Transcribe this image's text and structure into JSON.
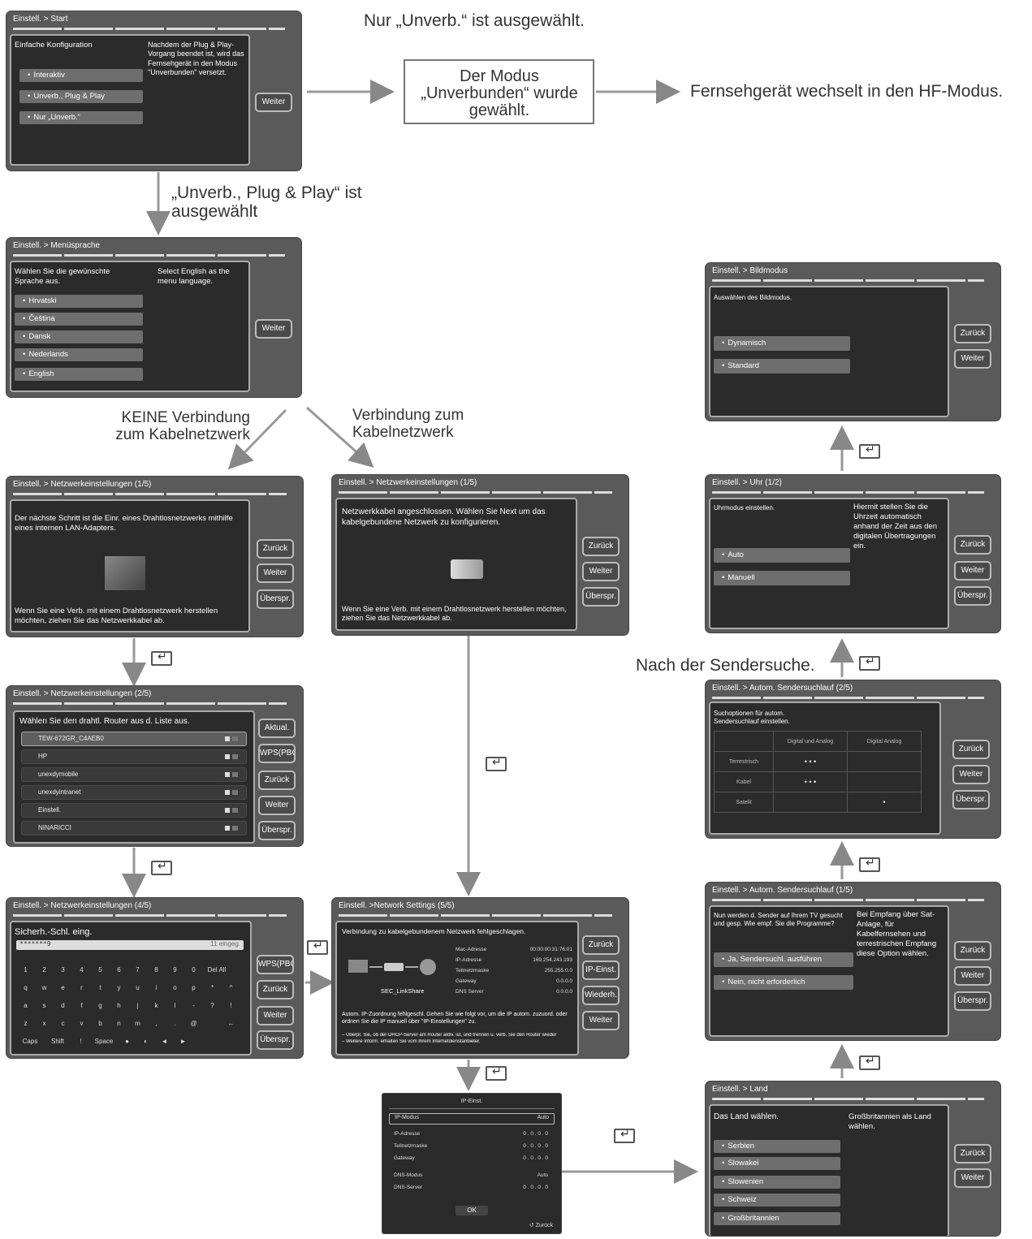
{
  "annotations": {
    "nur_unverb": "Nur „Unverb.“ ist ausgewählt.",
    "mode_box": "Der Modus „Unverbunden“ wurde gewählt.",
    "hf_mode": "Fernsehgerät wechselt in den HF-Modus.",
    "plug_play": "„Unverb., Plug & Play“ ist ausgewählt",
    "no_cable": "KEINE Verbindung zum Kabelnetzwerk",
    "cable": "Verbindung zum Kabelnetzwerk",
    "after_scan": "Nach der Sendersuche."
  },
  "screens": {
    "start": {
      "title": "Einstell. > Start",
      "heading": "Einfache Konfiguration",
      "desc": "Nachdem der Plug & Play-Vorgang beendet ist, wird das Fernsehgerät in den Modus \"Unverbunden\" versetzt.",
      "options": [
        "Interaktiv",
        "Unverb., Plug & Play",
        "Nur „Unverb.“"
      ],
      "buttons": [
        "Weiter"
      ]
    },
    "language": {
      "title": "Einstell. > Menüsprache",
      "heading": "Wählen Sie die gewünschte Sprache aus.",
      "desc": "Select English as the menu language.",
      "options": [
        "Hrvatski",
        "Čeština",
        "Dansk",
        "Nederlands",
        "English"
      ],
      "buttons": [
        "Weiter"
      ]
    },
    "net1_wireless": {
      "title": "Einstell. > Netzwerkeinstellungen (1/5)",
      "text": "Der nächste Schritt ist die Einr. eines Drahtlosnetzwerks mithilfe eines internen LAN-Adapters.",
      "footer": "Wenn Sie eine Verb. mit einem Drahtlosnetzwerk herstellen möchten, ziehen Sie das Netzwerkkabel ab.",
      "buttons": [
        "Zurück",
        "Weiter",
        "Überspr."
      ]
    },
    "net1_cable": {
      "title": "Einstell. > Netzwerkeinstellungen (1/5)",
      "text": "Netzwerkkabel angeschlossen. Wählen Sie Next um das kabelgebundene Netzwerk zu konfigurieren.",
      "footer": "Wenn Sie eine Verb. mit einem Drahtlosnetzwerk herstellen möchten, ziehen Sie das Netzwerkkabel ab.",
      "buttons": [
        "Zurück",
        "Weiter",
        "Überspr."
      ]
    },
    "net2": {
      "title": "Einstell. > Netzwerkeinstellungen (2/5)",
      "heading": "Wählen Sie den drahtl. Router aus d. Liste aus.",
      "routers": [
        "TEW-672GR_C4AEB0",
        "HP",
        "unexdymobile",
        "unexdyintranet",
        "Einstell.",
        "NINARICCI"
      ],
      "buttons": [
        "Aktual.",
        "WPS(PBC)",
        "Zurück",
        "Weiter",
        "Überspr."
      ]
    },
    "net4": {
      "title": "Einstell. > Netzwerkeinstellungen (4/5)",
      "heading": "Sicherh.-Schl. eing.",
      "input_value": "*******9",
      "input_count": "11 eingeg.",
      "keys_row1": [
        "1",
        "2",
        "3",
        "4",
        "5",
        "6",
        "7",
        "8",
        "9",
        "0",
        "Del All"
      ],
      "keys_row2": [
        "q",
        "w",
        "e",
        "r",
        "t",
        "y",
        "u",
        "i",
        "o",
        "p",
        "*",
        "^"
      ],
      "keys_row3": [
        "a",
        "s",
        "d",
        "f",
        "g",
        "h",
        "j",
        "k",
        "l",
        "-",
        "?",
        "!"
      ],
      "keys_row4": [
        "z",
        "x",
        "c",
        "v",
        "b",
        "n",
        "m",
        ",",
        ".",
        "@",
        "",
        "←"
      ],
      "keys_row5": [
        "Caps",
        "Shift",
        "!",
        "Space",
        "●",
        "◐",
        "◄",
        "►"
      ],
      "buttons": [
        "WPS(PBC)",
        "Zurück",
        "Weiter",
        "Überspr."
      ]
    },
    "net5": {
      "title": "Einstell. >Network Settings (5/5)",
      "heading": "Verbindung zu kabelgebundenem Netzwerk fehlgeschlagen.",
      "device": "SEC_LinkShare",
      "fields": [
        {
          "label": "Mac-Adresse",
          "value": "00:00:00:31:76:01"
        },
        {
          "label": "IP-Adresse",
          "value": "169.254.243.193"
        },
        {
          "label": "Teilnetzmaske",
          "value": "255.255.0.0"
        },
        {
          "label": "Gateway",
          "value": "0.0.0.0"
        },
        {
          "label": "DNS Server",
          "value": "0.0.0.0"
        }
      ],
      "footer": "Autom. IP-Zuordnung fehlgeschl. Gehen Sie wie folgt vor, um die IP autom. zuzuord. oder ordnen Sie die IP manuell über \"IP-Einstellungen\" zu.",
      "bullets": [
        "– Überpr. Sie, ob der DHCP-Server am Router aktiv. ist, und trennen u. verb. Sie den Router wieder",
        "– Weitere Inform. erhalten Sie vom Ihrem Internetdienstanbieter."
      ],
      "buttons": [
        "Zurück",
        "IP-Einst.",
        "Wiederh.",
        "Weiter"
      ]
    },
    "ip": {
      "title": "IP-Einst.",
      "mode_label": "IP-Modus",
      "mode_value": "Auto",
      "fields": [
        {
          "label": "IP-Adresse",
          "value": "0 . 0 . 0 . 0"
        },
        {
          "label": "Teilnetzmaske",
          "value": "0 . 0 . 0 . 0"
        },
        {
          "label": "Gateway",
          "value": "0 . 0 . 0 . 0"
        },
        {
          "label": "DNS-Modus",
          "value": "Auto"
        },
        {
          "label": "DNS-Server",
          "value": "0 . 0 . 0 . 0"
        }
      ],
      "ok": "OK",
      "back": "↺ Zurück"
    },
    "land": {
      "title": "Einstell. > Land",
      "heading": "Das Land wählen.",
      "desc": "Großbritannien als Land wählen.",
      "options": [
        "Serbien",
        "Slowakei",
        "Slowenien",
        "Schweiz",
        "Großbritannien"
      ],
      "buttons": [
        "Zurück",
        "Weiter"
      ]
    },
    "scan1": {
      "title": "Einstell. > Autom. Sendersuchlauf (1/5)",
      "heading": "Nun werden d. Sender auf Ihrem TV gesucht und gesp. Wie empf. Sie die Programme?",
      "desc": "Bei Empfang über Sat-Anlage, für Kabelfernsehen und terrestrischen Empfang diese Option wählen.",
      "options": [
        "Ja, Sendersuchl. ausführen",
        "Nein, nicht erforderlich"
      ],
      "buttons": [
        "Zurück",
        "Weiter",
        "Überspr."
      ]
    },
    "scan2": {
      "title": "Einstell. > Autom. Sendersuchlauf (2/5)",
      "heading": "Suchoptionen für autom. Sendersuchlauf einstellen.",
      "columns": [
        "",
        "Digital und Analog",
        "Digital Analog"
      ],
      "rows": [
        {
          "label": "Terrestrisch",
          "c1": "• • •",
          "c2": ""
        },
        {
          "label": "Kabel",
          "c1": "• • •",
          "c2": ""
        },
        {
          "label": "Satelit",
          "c1": "",
          "c2": "•"
        }
      ],
      "buttons": [
        "Zurück",
        "Weiter",
        "Überspr."
      ]
    },
    "clock": {
      "title": "Einstell. > Uhr (1/2)",
      "heading": "Uhrmodus einstellen.",
      "desc": "Hiermit stellen Sie die Uhrzeit automatisch anhand der Zeit aus den digitalen Übertragungen ein.",
      "options": [
        "Auto",
        "Manuell"
      ],
      "buttons": [
        "Zurück",
        "Weiter",
        "Überspr."
      ]
    },
    "picture": {
      "title": "Einstell. > Bildmodus",
      "heading": "Auswählen des Bildmodus.",
      "options": [
        "Dynamisch",
        "Standard"
      ],
      "buttons": [
        "Zurück",
        "Weiter"
      ]
    }
  }
}
